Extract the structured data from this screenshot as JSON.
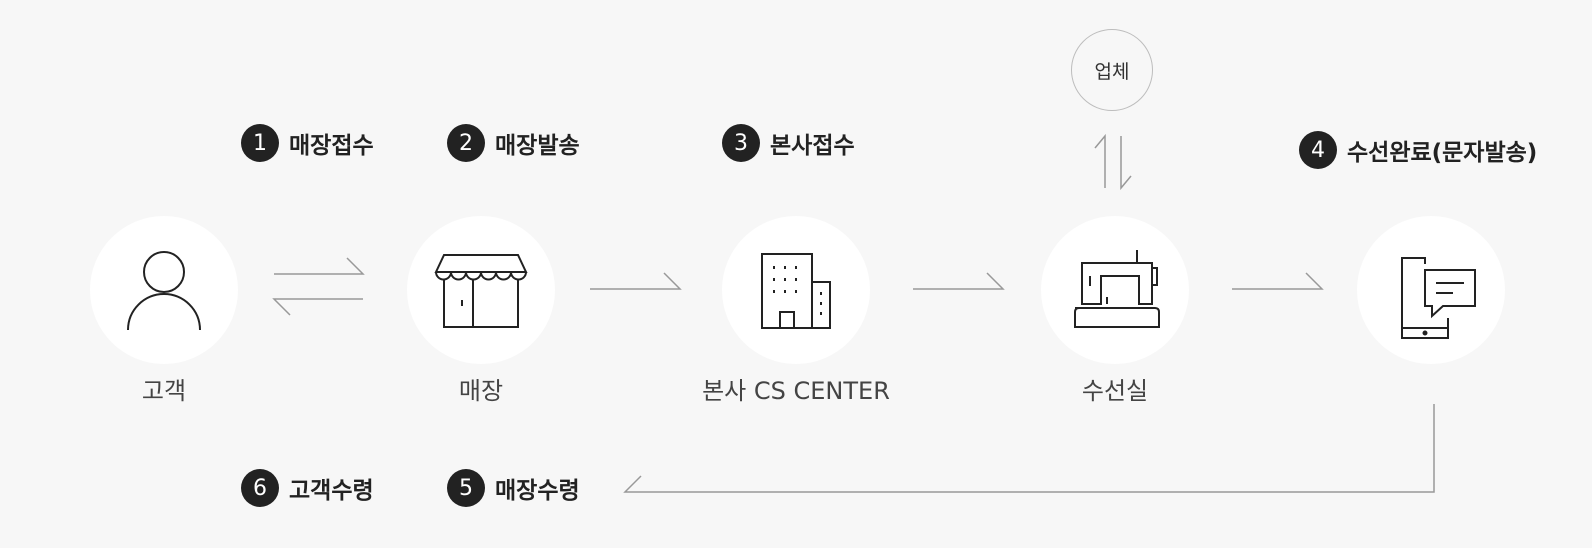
{
  "nodes": {
    "customer": "고객",
    "store": "매장",
    "hq": "본사 CS CENTER",
    "repair_room": "수선실",
    "vendor": "업체"
  },
  "steps": [
    {
      "number": "1",
      "label": "매장접수"
    },
    {
      "number": "2",
      "label": "매장발송"
    },
    {
      "number": "3",
      "label": "본사접수"
    },
    {
      "number": "4",
      "label": "수선완료(문자발송)"
    },
    {
      "number": "5",
      "label": "매장수령"
    },
    {
      "number": "6",
      "label": "고객수령"
    }
  ],
  "colors": {
    "background": "#f7f7f7",
    "circle": "#ffffff",
    "badge": "#222222",
    "arrow": "#999999",
    "icon": "#222222"
  },
  "icons": [
    "person-icon",
    "store-icon",
    "building-icon",
    "sewing-machine-icon",
    "mobile-message-icon"
  ]
}
